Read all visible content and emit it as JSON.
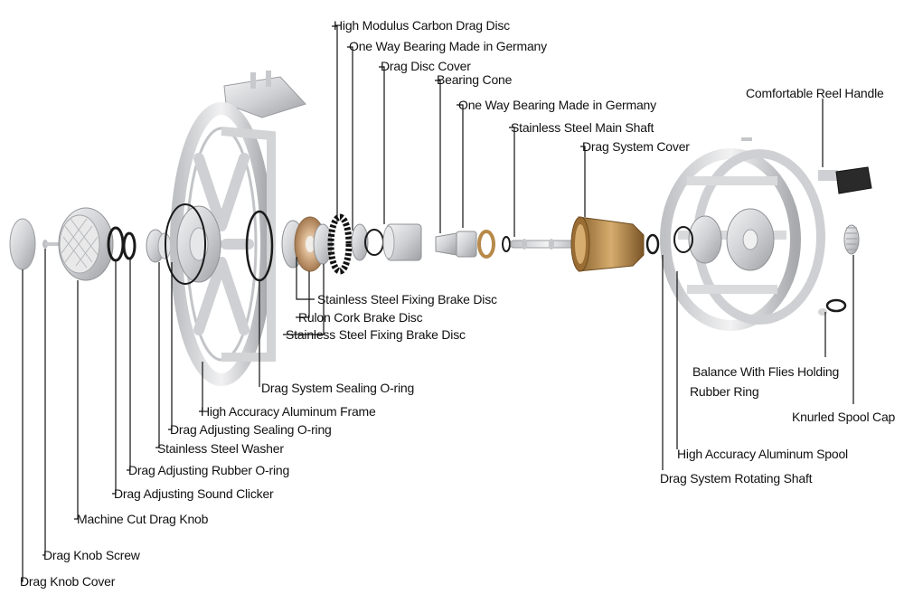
{
  "labels": {
    "high_modulus_carbon_drag_disc": "High Modulus Carbon Drag Disc",
    "one_way_bearing_1": "One Way Bearing Made in Germany",
    "drag_disc_cover": "Drag Disc Cover",
    "bearing_cone": "Bearing Cone",
    "one_way_bearing_2": "One Way Bearing Made in Germany",
    "stainless_steel_main_shaft": "Stainless Steel Main Shaft",
    "drag_system_cover": "Drag System Cover",
    "comfortable_reel_handle": "Comfortable Reel Handle",
    "stainless_steel_fixing_brake_disc_1": "Stainless Steel Fixing Brake Disc",
    "rulon_cork_brake_disc": "Rulon Cork Brake Disc",
    "stainless_steel_fixing_brake_disc_2": "Stainless Steel Fixing Brake Disc",
    "drag_system_sealing_oring": "Drag System Sealing O-ring",
    "high_accuracy_aluminum_frame": "High Accuracy Aluminum Frame",
    "drag_adjusting_sealing_oring": "Drag Adjusting Sealing O-ring",
    "stainless_steel_washer": "Stainless Steel Washer",
    "drag_adjusting_rubber_oring": "Drag Adjusting Rubber O-ring",
    "drag_adjusting_sound_clicker": "Drag Adjusting Sound Clicker",
    "machine_cut_drag_knob": "Machine Cut Drag Knob",
    "drag_knob_screw": "Drag Knob Screw",
    "drag_knob_cover": "Drag Knob Cover",
    "balance_line1": "Balance With Flies Holding",
    "balance_line2": "Rubber Ring",
    "knurled_spool_cap": "Knurled Spool Cap",
    "high_accuracy_aluminum_spool": "High Accuracy Aluminum Spool",
    "drag_system_rotating_shaft": "Drag System Rotating Shaft"
  },
  "colors": {
    "background": "#ffffff",
    "text": "#111111",
    "leader": "#111111",
    "aluminum": "#d9dadc",
    "aluminum_dark": "#a9abaf",
    "bronze": "#b78a4a",
    "cork": "#c9a27a",
    "rubber": "#1a1a1a"
  }
}
